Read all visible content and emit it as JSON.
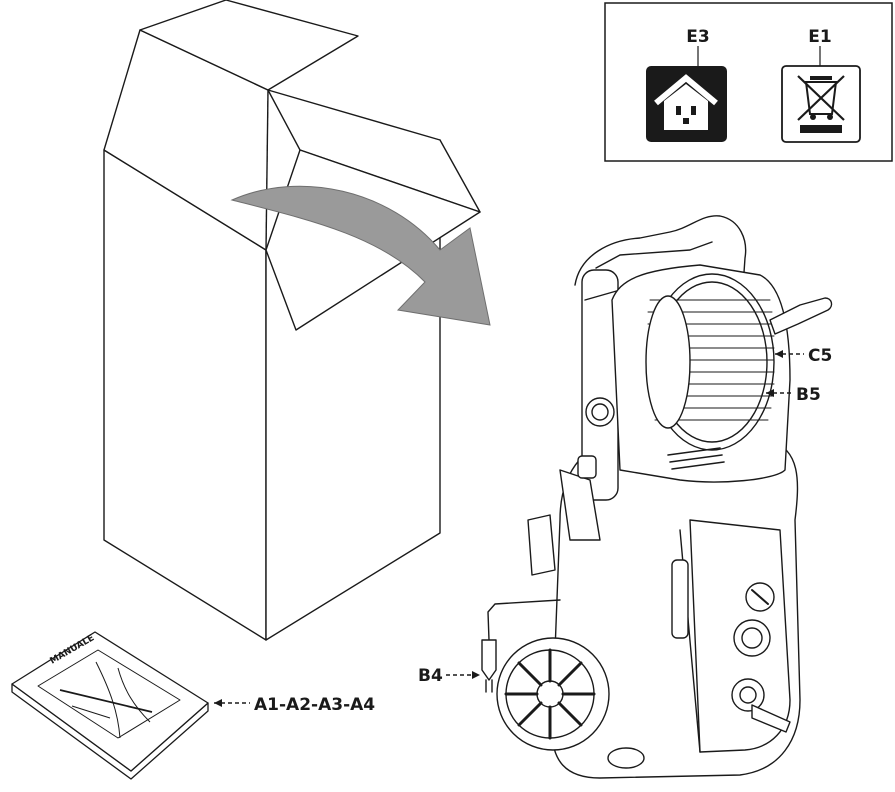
{
  "symbols_box": {
    "symbols": [
      {
        "code": "E3",
        "icon": "house-socket-icon"
      },
      {
        "code": "E1",
        "icon": "crossed-out-bin-icon"
      }
    ]
  },
  "manual": {
    "cover_text": "MANUALE",
    "icon": "manual-book-icon"
  },
  "callouts": {
    "manual": "A1-A2-A3-A4",
    "plug": "B4",
    "hose_guide": "C5",
    "hose_reel": "B5"
  },
  "colors": {
    "line": "#1a1a1a",
    "arrow_fill": "#9a9a9a",
    "symbol_bg": "#1a1a1a"
  }
}
